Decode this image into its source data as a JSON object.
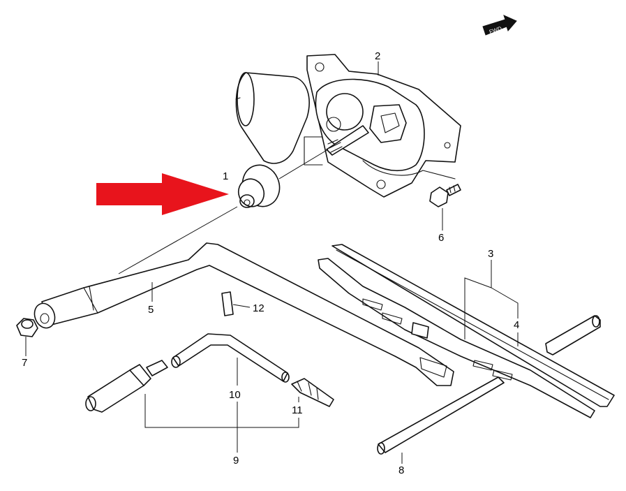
{
  "diagram": {
    "fwd_badge": "FWD",
    "arrow_color": "#e8141c",
    "labels": {
      "p1": "1",
      "p2": "2",
      "p3": "3",
      "p4": "4",
      "p5": "5",
      "p6": "6",
      "p7": "7",
      "p8": "8",
      "p9": "9",
      "p10": "10",
      "p11": "11",
      "p12": "12"
    }
  }
}
